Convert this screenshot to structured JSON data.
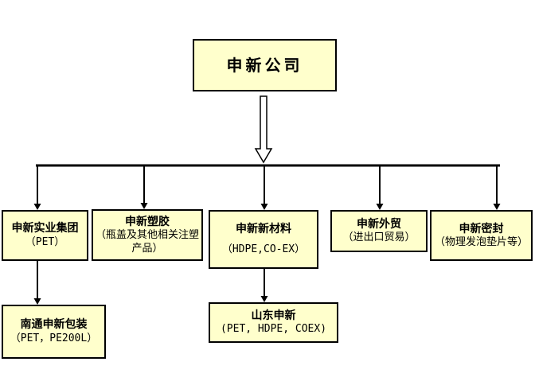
{
  "org_chart": {
    "root": {
      "title": "申新公司"
    },
    "children": [
      {
        "title": "申新实业集团",
        "subtitle": "（PET）"
      },
      {
        "title": "申新塑胶",
        "subtitle": "（瓶盖及其他相关注塑产品）"
      },
      {
        "title": "申新新材料",
        "subtitle": "（HDPE,CO-EX）"
      },
      {
        "title": "申新外贸",
        "subtitle": "（进出口贸易）"
      },
      {
        "title": "申新密封",
        "subtitle": "（物理发泡垫片等）"
      }
    ],
    "grandchildren": [
      {
        "title": "南通申新包装",
        "subtitle": "（PET，PE200L）"
      },
      {
        "title": "山东申新",
        "subtitle": "(PET, HDPE, COEX)"
      }
    ],
    "edges": [
      {
        "from": "申新公司",
        "to": "申新实业集团"
      },
      {
        "from": "申新公司",
        "to": "申新塑胶"
      },
      {
        "from": "申新公司",
        "to": "申新新材料"
      },
      {
        "from": "申新公司",
        "to": "申新外贸"
      },
      {
        "from": "申新公司",
        "to": "申新密封"
      },
      {
        "from": "申新实业集团",
        "to": "南通申新包装"
      },
      {
        "from": "申新新材料",
        "to": "山东申新"
      }
    ],
    "colors": {
      "box_fill": "#FFFFCC",
      "box_border": "#000000",
      "connector": "#000000",
      "background": "#FFFFFF"
    }
  }
}
